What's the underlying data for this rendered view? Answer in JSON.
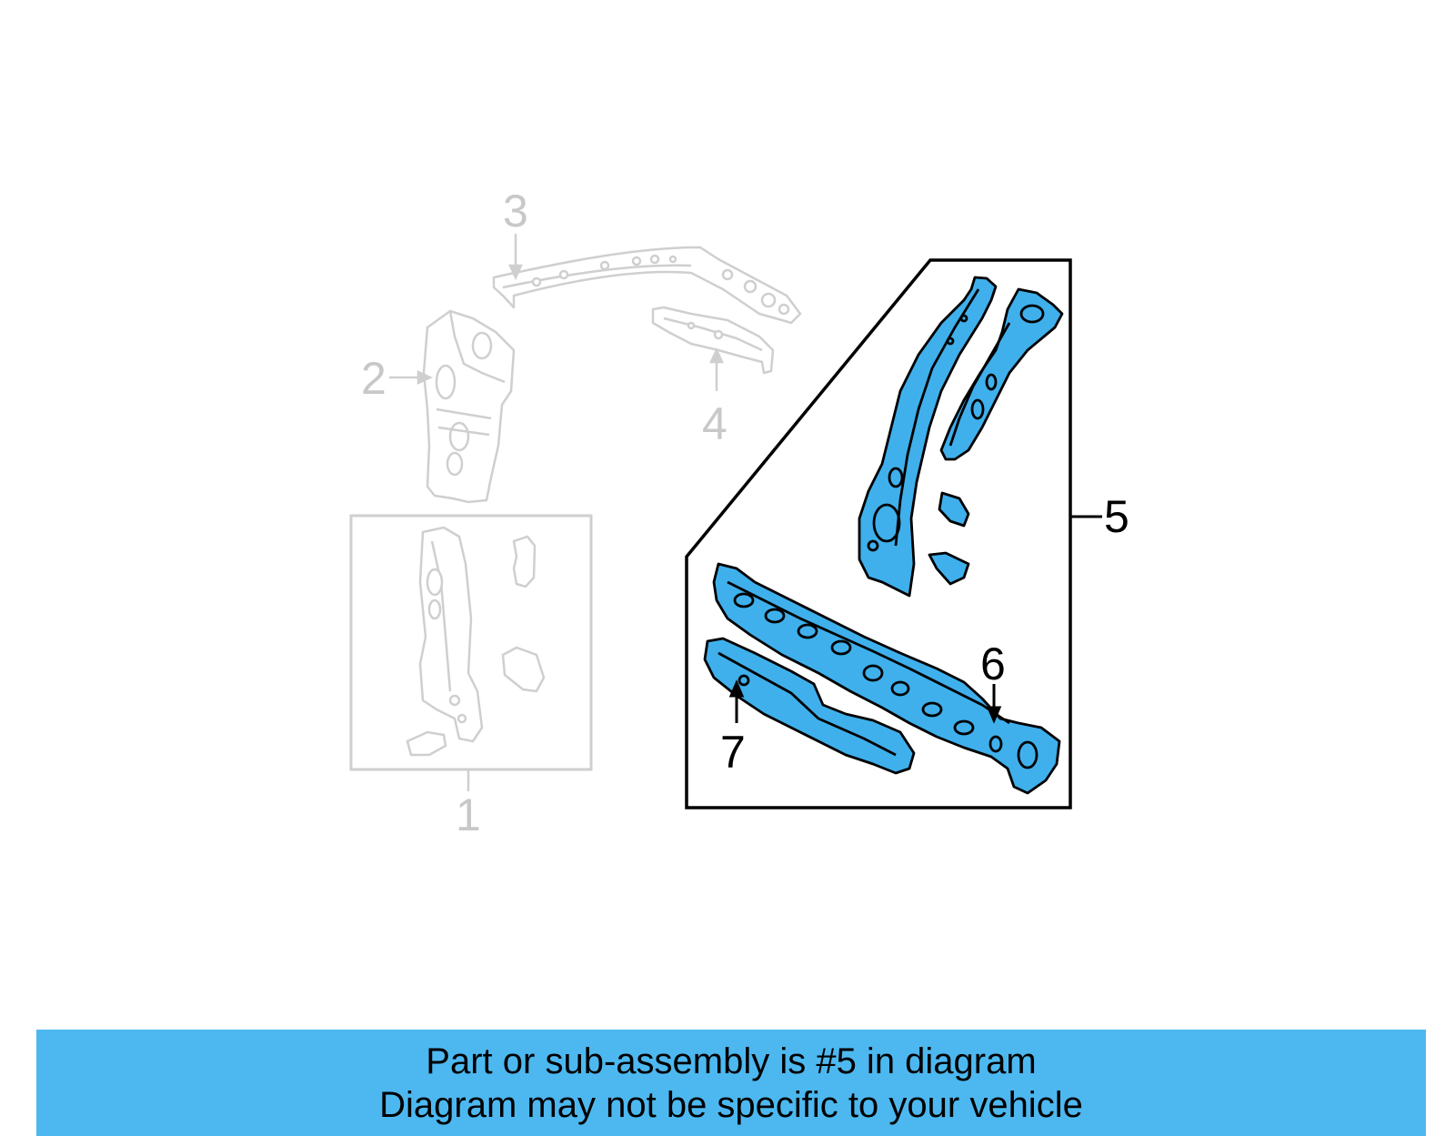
{
  "callouts": {
    "c1": "1",
    "c2": "2",
    "c3": "3",
    "c4": "4",
    "c5": "5",
    "c6": "6",
    "c7": "7"
  },
  "highlighted_part": "5",
  "colors": {
    "highlight_fill": "#3fb0ec",
    "inactive_stroke": "#cfcfcf",
    "banner_bg": "#4db8f0"
  },
  "banner": {
    "line1": "Part or sub-assembly is #5 in diagram",
    "line2": "Diagram may not be specific to your vehicle"
  }
}
